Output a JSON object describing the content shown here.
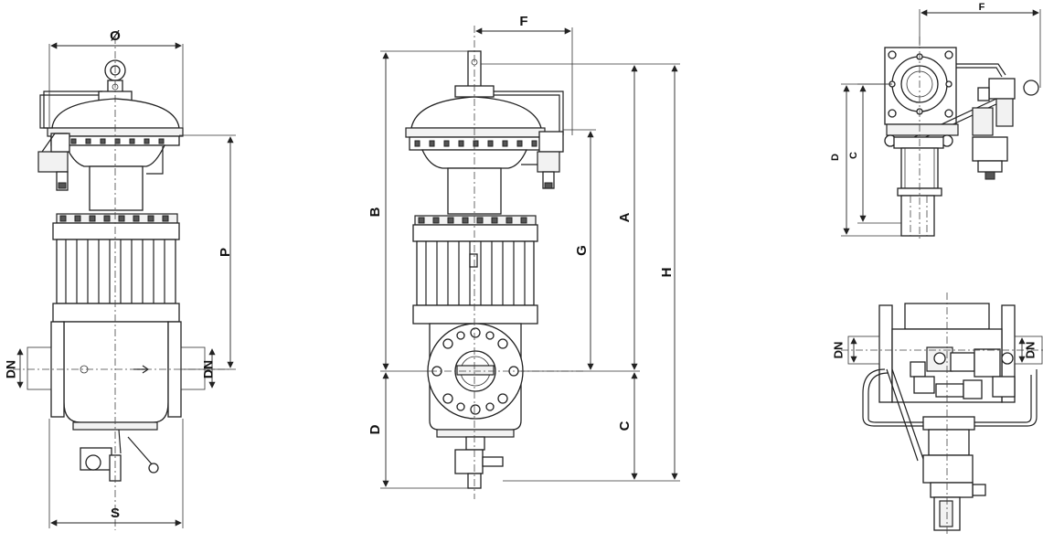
{
  "labels": {
    "front": {
      "diameter": "Ø",
      "p": "P",
      "dn_left": "DN",
      "dn_right": "DN",
      "s": "S"
    },
    "side": {
      "f": "F",
      "b": "B",
      "a": "A",
      "h": "H",
      "g": "G",
      "d": "D",
      "c": "C"
    },
    "top": {
      "f": "F",
      "d": "D",
      "c": "C"
    },
    "bottom": {
      "dn_left": "DN",
      "dn_right": "DN"
    }
  }
}
